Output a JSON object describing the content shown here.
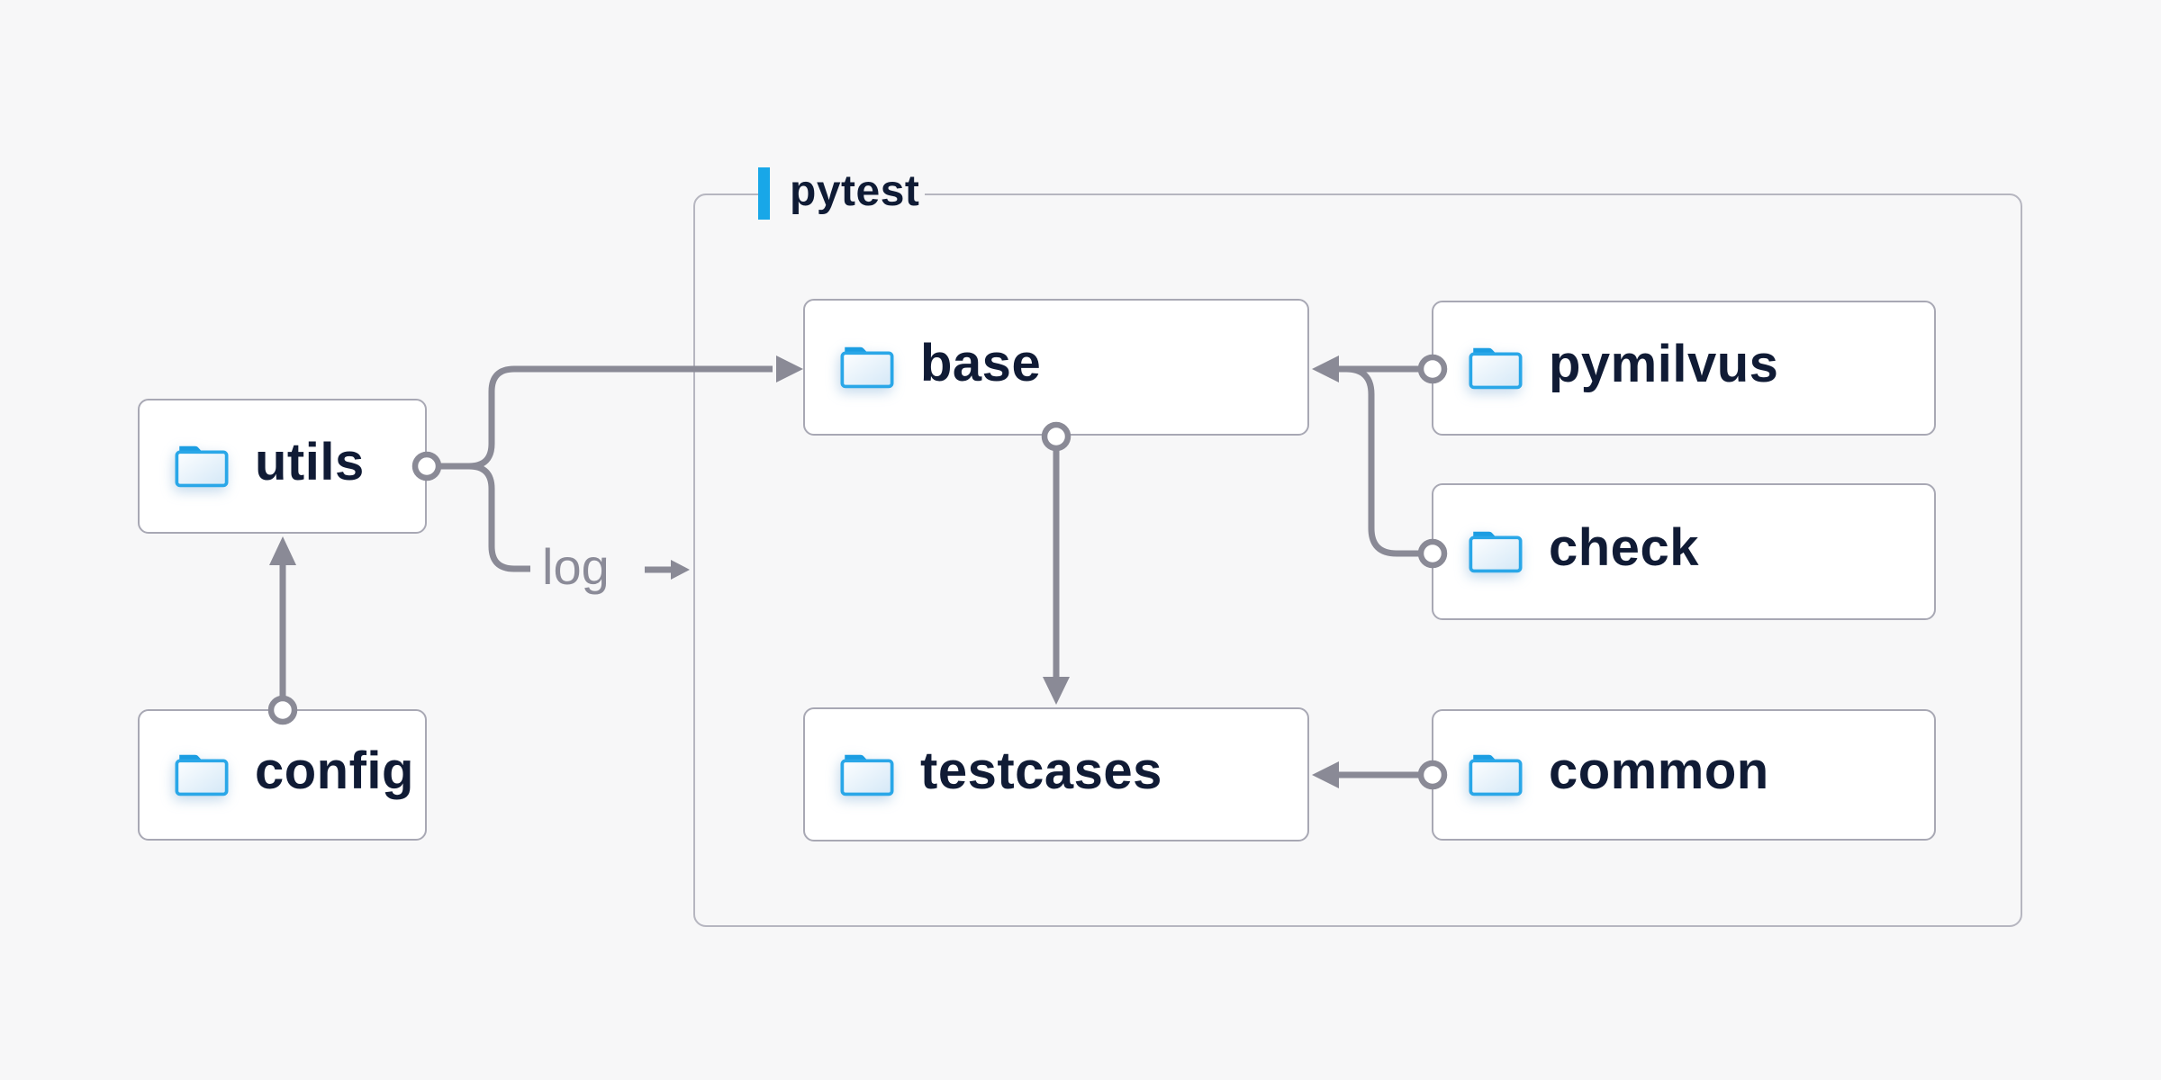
{
  "container": {
    "label": "pytest"
  },
  "nodes": {
    "utils": {
      "label": "utils",
      "icon": "folder-icon"
    },
    "config": {
      "label": "config",
      "icon": "folder-icon"
    },
    "base": {
      "label": "base",
      "icon": "folder-icon"
    },
    "testcases": {
      "label": "testcases",
      "icon": "folder-icon"
    },
    "pymilvus": {
      "label": "pymilvus",
      "icon": "folder-icon"
    },
    "check": {
      "label": "check",
      "icon": "folder-icon"
    },
    "common": {
      "label": "common",
      "icon": "folder-icon"
    }
  },
  "edges": {
    "log_label": "log",
    "list": [
      {
        "from": "config",
        "to": "utils",
        "type": "arrow"
      },
      {
        "from": "utils",
        "to": "base",
        "type": "arrow"
      },
      {
        "from": "utils",
        "to": "log",
        "type": "labeled-arrow"
      },
      {
        "from": "base",
        "to": "testcases",
        "type": "arrow"
      },
      {
        "from": "pymilvus",
        "to": "base",
        "type": "arrow"
      },
      {
        "from": "check",
        "to": "base",
        "type": "arrow-merge"
      },
      {
        "from": "common",
        "to": "testcases",
        "type": "arrow"
      }
    ]
  },
  "colors": {
    "background": "#f7f7f8",
    "node_fill": "#ffffff",
    "node_border": "#a8a8b4",
    "container_border": "#b6b6c0",
    "connector": "#8a8a96",
    "node_label_text": "#101b35",
    "edge_label_text": "#8b8b98",
    "accent_blue": "#18a7e8",
    "folder_blue": "#2aa7e8"
  }
}
